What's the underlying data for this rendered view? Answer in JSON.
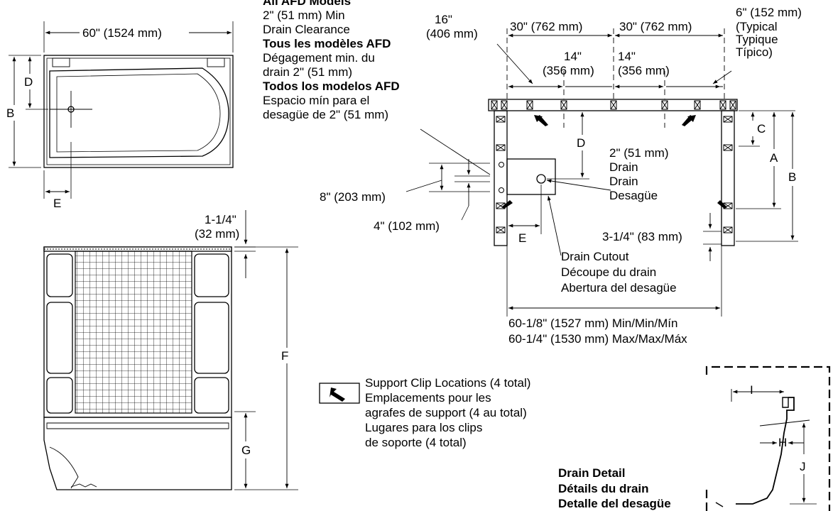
{
  "top_view": {
    "width_label": "60\" (1524 mm)",
    "letter_b": "B",
    "letter_d": "D",
    "letter_e": "E"
  },
  "clearance_note": {
    "line1": "All AFD Models",
    "line2": "2\" (51 mm) Min",
    "line3": "Drain Clearance",
    "line4": "Tous les modèles AFD",
    "line5": "Dégagement min. du",
    "line6": "drain 2\" (51 mm)",
    "line7": "Todos los modelos AFD",
    "line8": "Espacio mín para el",
    "line9": "desagüe de 2\" (51 mm)"
  },
  "framing_plan": {
    "dim_16_line1": "16\"",
    "dim_16_line2": "(406 mm)",
    "dim_30_left": "30\" (762 mm)",
    "dim_30_right": "30\" (762 mm)",
    "dim_6_line1": "6\" (152 mm)",
    "dim_6_line2": "(Typical",
    "dim_6_line3": "Typique",
    "dim_6_line4": "Típico)",
    "dim_14a_line1": "14\"",
    "dim_14a_line2": "(356 mm)",
    "dim_14b_line1": "14\"",
    "dim_14b_line2": "(356 mm)",
    "letter_c": "C",
    "letter_a": "A",
    "letter_b": "B",
    "letter_d": "D",
    "letter_e": "E",
    "drain_line1": "2\" (51 mm)",
    "drain_line2": "Drain",
    "drain_line3": "Drain",
    "drain_line4": "Desagüe",
    "dim_8": "8\" (203 mm)",
    "dim_4": "4\" (102 mm)",
    "dim_3q": "3-1/4\" (83 mm)",
    "cutout_line1": "Drain Cutout",
    "cutout_line2": "Découpe du drain",
    "cutout_line3": "Abertura del desagüe",
    "min_width": "60-1/8\" (1527 mm) Min/Min/Mín",
    "max_width": "60-1/4\" (1530 mm) Max/Max/Máx"
  },
  "front_view": {
    "dim_top_line1": "1-1/4\"",
    "dim_top_line2": "(32 mm)",
    "letter_f": "F",
    "letter_g": "G"
  },
  "legend": {
    "line1": "Support Clip Locations (4 total)",
    "line2": "Emplacements pour les",
    "line3": "agrafes de support (4 au total)",
    "line4": "Lugares para los clips",
    "line5": "de soporte (4 total)"
  },
  "drain_detail": {
    "title1": "Drain Detail",
    "title2": "Détails du drain",
    "title3": "Detalle del desagüe",
    "letter_i": "I",
    "letter_h": "H",
    "letter_j": "J"
  }
}
